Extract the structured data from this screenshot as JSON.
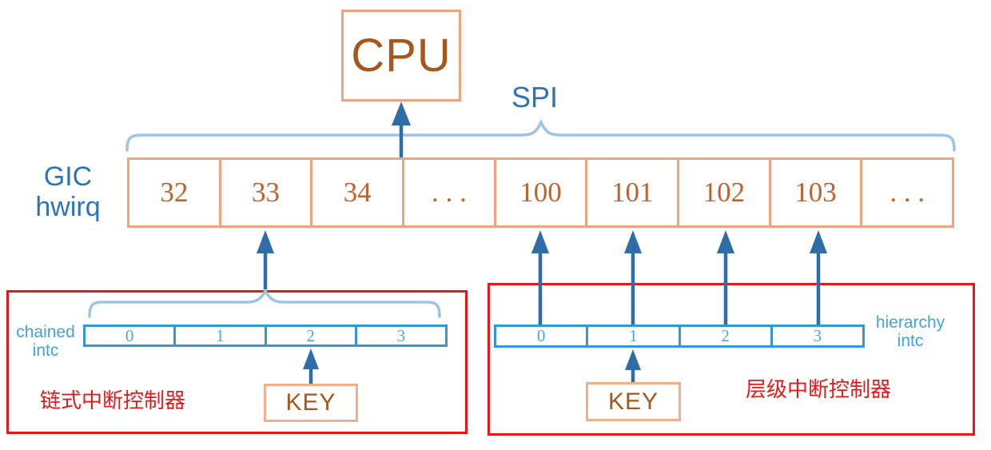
{
  "cpu": {
    "label": "CPU"
  },
  "spi_label": "SPI",
  "gic_label": "GIC\nhwirq",
  "main_row": {
    "cells": [
      "32",
      "33",
      "34",
      ". . .",
      "100",
      "101",
      "102",
      "103",
      ". . ."
    ]
  },
  "chained": {
    "label": "chained\nintc",
    "cells": [
      "0",
      "1",
      "2",
      "3"
    ],
    "key_label": "KEY",
    "caption": "链式中断控制器"
  },
  "hierarchy": {
    "label": "hierarchy\nintc",
    "cells": [
      "0",
      "1",
      "2",
      "3"
    ],
    "key_label": "KEY",
    "caption": "层级中断控制器"
  },
  "colors": {
    "box_border_salmon": "#F2A27D",
    "number_brown": "#C2622B",
    "label_steel_blue": "#2E75B6",
    "arrow_blue": "#2E6DA8",
    "brace_light_blue": "#9DC3E6",
    "intc_border_blue": "#2F9AD8",
    "intc_text_blue": "#41A3DF",
    "red": "#E81818"
  }
}
